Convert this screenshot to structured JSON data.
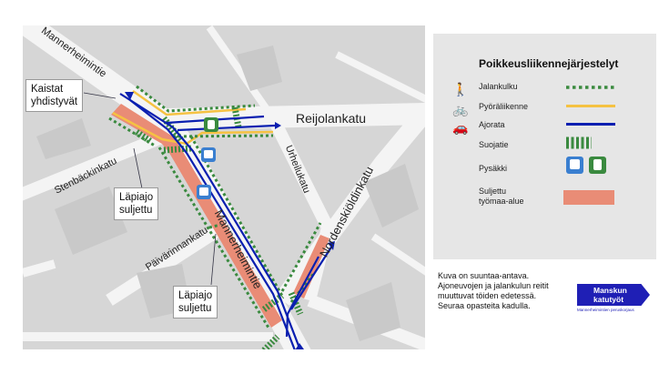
{
  "map": {
    "streets": {
      "mannerheimintie_north": "Mannerheimintie",
      "mannerheimintie_south": "Mannerheimintie",
      "reijolankatu": "Reijolankatu",
      "stenbackinkatu": "Stenbäckinkatu",
      "urheilukatu": "Urheilukatu",
      "nordenskioldinkatu": "Nordenskiöldinkatu",
      "paivarinnankatu": "Päivärinnankatu"
    },
    "callouts": [
      {
        "line1": "Kaistat",
        "line2": "yhdistyvät"
      },
      {
        "line1": "Läpiajo",
        "line2": "suljettu"
      },
      {
        "line1": "Läpiajo",
        "line2": "suljettu"
      }
    ]
  },
  "legend": {
    "title": "Poikkeusliikennejärjestelyt",
    "items": [
      {
        "icon": "pedestrian-icon",
        "label": "Jalankulku",
        "color": "#3a8a3f"
      },
      {
        "icon": "bicycle-icon",
        "label": "Pyöräliikenne",
        "color": "#f5c242"
      },
      {
        "icon": "car-icon",
        "label": "Ajorata",
        "color": "#0a1fb0"
      },
      {
        "icon": "",
        "label": "Suojatie",
        "color": "#3a8a3f"
      },
      {
        "icon": "bus-tram-stop-icon",
        "label": "Pysäkki",
        "color": "#3a7fd0"
      },
      {
        "icon": "",
        "label": "Suljettu",
        "label2": "työmaa-alue",
        "color": "#e98c76"
      }
    ]
  },
  "note": [
    "Kuva on suuntaa-antava.",
    "Ajoneuvojen ja jalankulun reitit",
    "muuttuvat töiden edetessä.",
    "Seuraa opasteita kadulla."
  ],
  "brand": {
    "line1": "Manskun",
    "line2": "katutyöt",
    "sub": "Mannerheimintien peruskorjaus"
  }
}
